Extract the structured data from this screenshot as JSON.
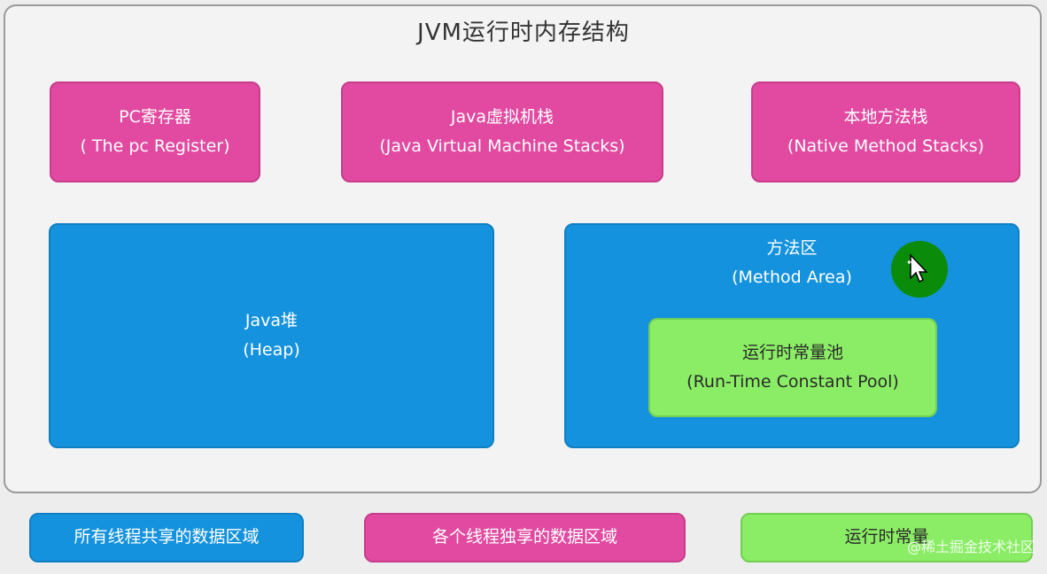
{
  "title": "JVM运行时内存结构",
  "thread_private": {
    "pc_register": {
      "cn": "PC寄存器",
      "en": "( The pc Register)"
    },
    "jvm_stacks": {
      "cn": "Java虚拟机栈",
      "en": "(Java Virtual Machine Stacks)"
    },
    "native_stacks": {
      "cn": "本地方法栈",
      "en": "(Native Method Stacks)"
    }
  },
  "shared": {
    "heap": {
      "cn": "Java堆",
      "en": "(Heap)"
    },
    "method_area": {
      "cn": "方法区",
      "en": "(Method Area)"
    },
    "constant_pool": {
      "cn": "运行时常量池",
      "en": "(Run-Time Constant Pool)"
    }
  },
  "legend": {
    "shared": "所有线程共享的数据区域",
    "private": "各个线程独享的数据区域",
    "constant": "运行时常量"
  },
  "watermark": "@稀土掘金技术社区",
  "colors": {
    "pink": "#e14aa0",
    "blue": "#1592dd",
    "green": "#8bed66"
  },
  "icons": {
    "cursor": "move-cursor-icon"
  }
}
